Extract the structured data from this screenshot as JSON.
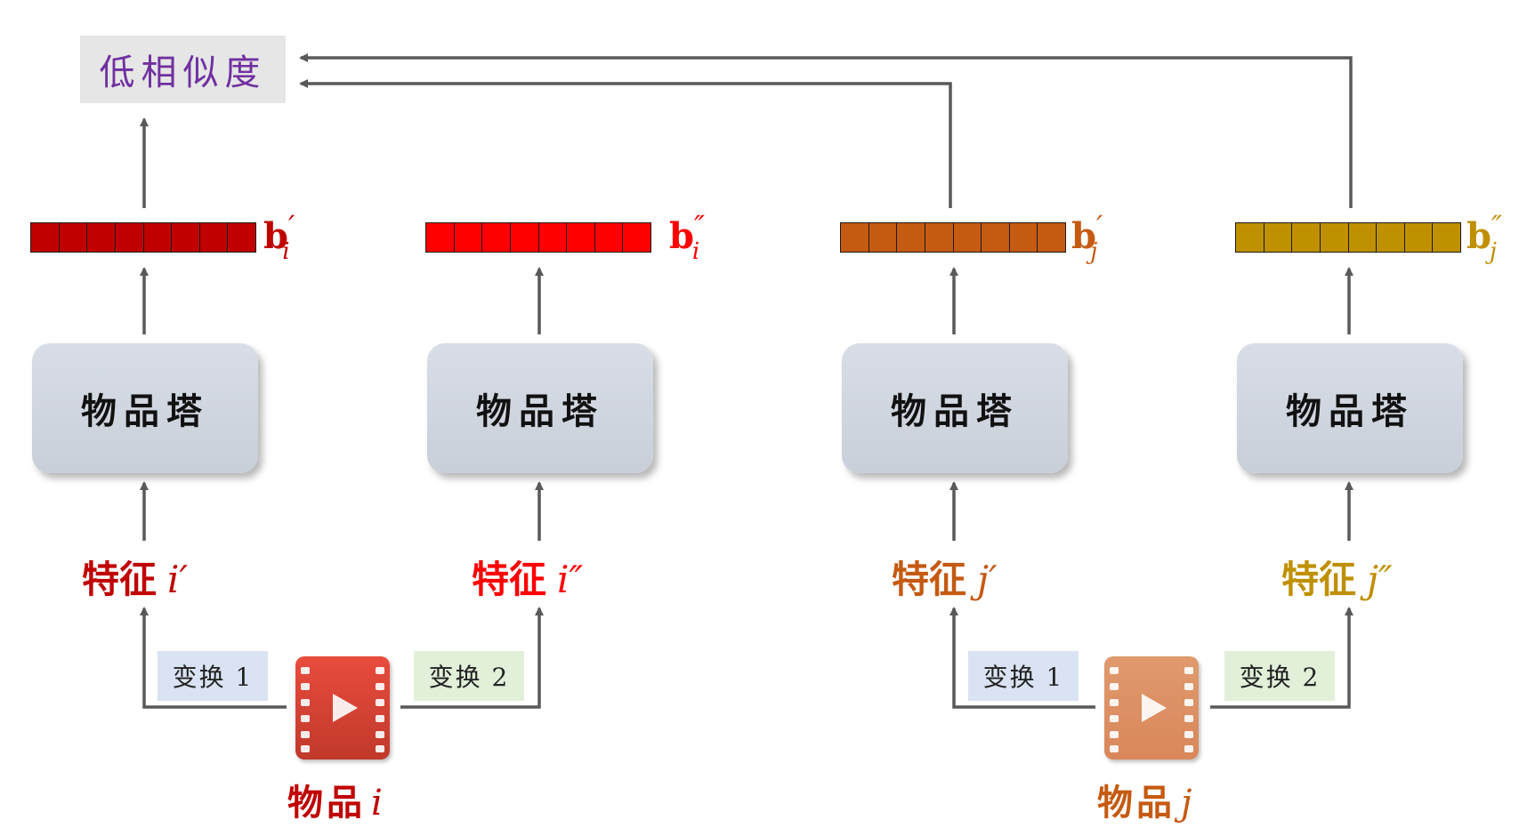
{
  "result": {
    "label": "低相似度",
    "color": "#7030a0"
  },
  "tower_label": "物品塔",
  "colors": {
    "bi_prime": "#c00000",
    "bi_dprime": "#ff0000",
    "bj_prime": "#c55a11",
    "bj_dprime": "#bf9000",
    "item_i": "#c00000",
    "item_j": "#c55a11",
    "transform1_bg": "#dae3f3",
    "transform2_bg": "#e2f0d9",
    "arrow": "#595959"
  },
  "vectors": [
    {
      "id": "bi_prime",
      "base": "b",
      "sup": "′",
      "sub": "i"
    },
    {
      "id": "bi_dprime",
      "base": "b",
      "sup": "″",
      "sub": "i"
    },
    {
      "id": "bj_prime",
      "base": "b",
      "sup": "′",
      "sub": "j"
    },
    {
      "id": "bj_dprime",
      "base": "b",
      "sup": "″",
      "sub": "j"
    }
  ],
  "features": [
    {
      "text": "特征",
      "var": "i′"
    },
    {
      "text": "特征",
      "var": "i″"
    },
    {
      "text": "特征",
      "var": "j′"
    },
    {
      "text": "特征",
      "var": "j″"
    }
  ],
  "transforms": [
    {
      "label": "变换 1"
    },
    {
      "label": "变换 2"
    },
    {
      "label": "变换 1"
    },
    {
      "label": "变换 2"
    }
  ],
  "items": [
    {
      "text": "物品",
      "var": "i",
      "icon": "video-film-icon"
    },
    {
      "text": "物品",
      "var": "j",
      "icon": "video-film-icon"
    }
  ]
}
